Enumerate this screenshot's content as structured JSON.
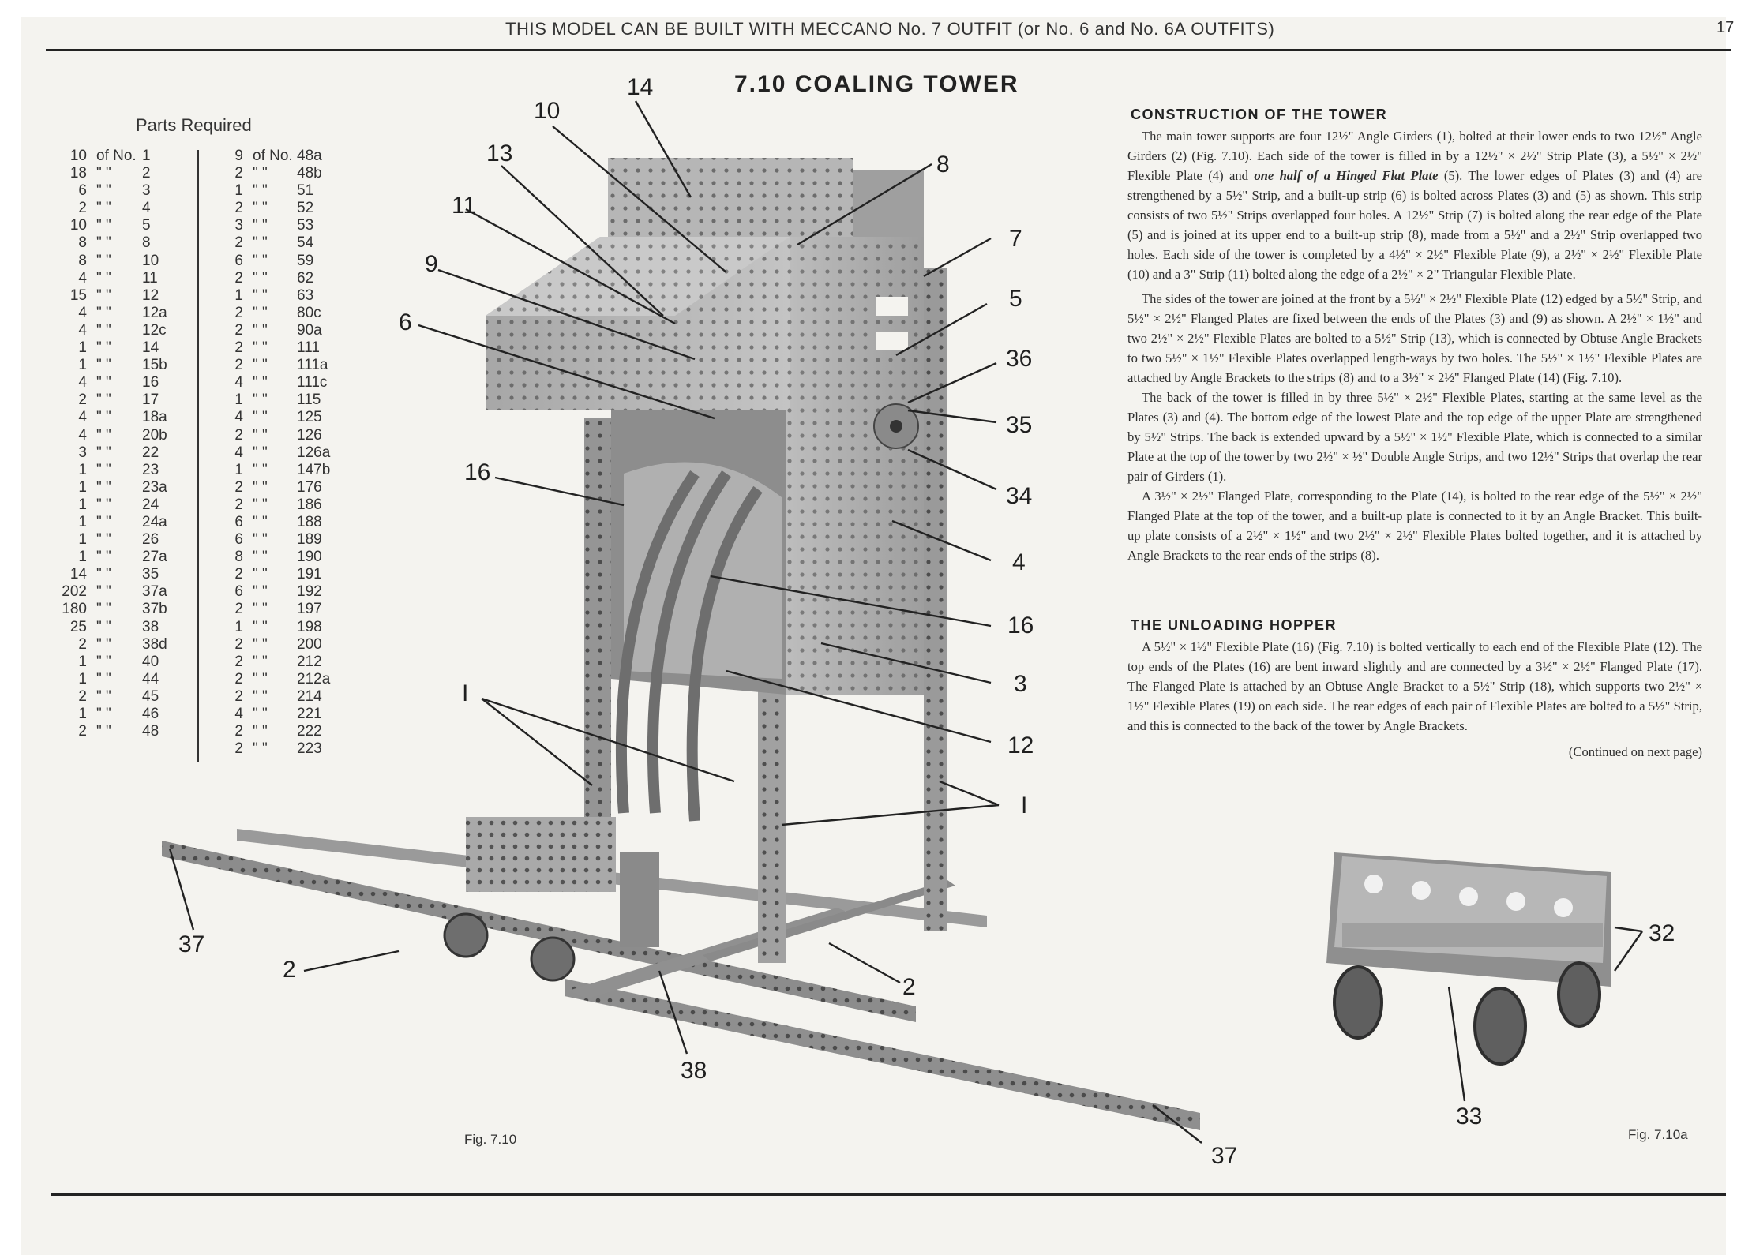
{
  "header": {
    "outfit_note": "THIS MODEL CAN BE BUILT WITH MECCANO No. 7 OUTFIT (or No. 6 and No. 6A OUTFITS)",
    "page_number": "17"
  },
  "model": {
    "title": "7.10  COALING TOWER"
  },
  "parts": {
    "heading": "Parts Required",
    "column1": [
      {
        "qty": "10",
        "of": "of No.",
        "no": "1"
      },
      {
        "qty": "18",
        "of": "\"     \"",
        "no": "2"
      },
      {
        "qty": "6",
        "of": "\"     \"",
        "no": "3"
      },
      {
        "qty": "2",
        "of": "\"     \"",
        "no": "4"
      },
      {
        "qty": "10",
        "of": "\"     \"",
        "no": "5"
      },
      {
        "qty": "8",
        "of": "\"     \"",
        "no": "8"
      },
      {
        "qty": "8",
        "of": "\"     \"",
        "no": "10"
      },
      {
        "qty": "4",
        "of": "\"     \"",
        "no": "11"
      },
      {
        "qty": "15",
        "of": "\"     \"",
        "no": "12"
      },
      {
        "qty": "4",
        "of": "\"     \"",
        "no": "12a"
      },
      {
        "qty": "4",
        "of": "\"     \"",
        "no": "12c"
      },
      {
        "qty": "1",
        "of": "\"     \"",
        "no": "14"
      },
      {
        "qty": "1",
        "of": "\"     \"",
        "no": "15b"
      },
      {
        "qty": "4",
        "of": "\"     \"",
        "no": "16"
      },
      {
        "qty": "2",
        "of": "\"     \"",
        "no": "17"
      },
      {
        "qty": "4",
        "of": "\"     \"",
        "no": "18a"
      },
      {
        "qty": "4",
        "of": "\"     \"",
        "no": "20b"
      },
      {
        "qty": "3",
        "of": "\"     \"",
        "no": "22"
      },
      {
        "qty": "1",
        "of": "\"     \"",
        "no": "23"
      },
      {
        "qty": "1",
        "of": "\"     \"",
        "no": "23a"
      },
      {
        "qty": "1",
        "of": "\"     \"",
        "no": "24"
      },
      {
        "qty": "1",
        "of": "\"     \"",
        "no": "24a"
      },
      {
        "qty": "1",
        "of": "\"     \"",
        "no": "26"
      },
      {
        "qty": "1",
        "of": "\"     \"",
        "no": "27a"
      },
      {
        "qty": "14",
        "of": "\"     \"",
        "no": "35"
      },
      {
        "qty": "202",
        "of": "\"     \"",
        "no": "37a"
      },
      {
        "qty": "180",
        "of": "\"     \"",
        "no": "37b"
      },
      {
        "qty": "25",
        "of": "\"     \"",
        "no": "38"
      },
      {
        "qty": "2",
        "of": "\"     \"",
        "no": "38d"
      },
      {
        "qty": "1",
        "of": "\"     \"",
        "no": "40"
      },
      {
        "qty": "1",
        "of": "\"     \"",
        "no": "44"
      },
      {
        "qty": "2",
        "of": "\"     \"",
        "no": "45"
      },
      {
        "qty": "1",
        "of": "\"     \"",
        "no": "46"
      },
      {
        "qty": "2",
        "of": "\"     \"",
        "no": "48"
      }
    ],
    "column2": [
      {
        "qty": "9",
        "of": "of No.",
        "no": "48a"
      },
      {
        "qty": "2",
        "of": "\"     \"",
        "no": "48b"
      },
      {
        "qty": "1",
        "of": "\"     \"",
        "no": "51"
      },
      {
        "qty": "2",
        "of": "\"     \"",
        "no": "52"
      },
      {
        "qty": "3",
        "of": "\"     \"",
        "no": "53"
      },
      {
        "qty": "2",
        "of": "\"     \"",
        "no": "54"
      },
      {
        "qty": "6",
        "of": "\"     \"",
        "no": "59"
      },
      {
        "qty": "2",
        "of": "\"     \"",
        "no": "62"
      },
      {
        "qty": "1",
        "of": "\"     \"",
        "no": "63"
      },
      {
        "qty": "2",
        "of": "\"     \"",
        "no": "80c"
      },
      {
        "qty": "2",
        "of": "\"     \"",
        "no": "90a"
      },
      {
        "qty": "2",
        "of": "\"     \"",
        "no": "111"
      },
      {
        "qty": "2",
        "of": "\"     \"",
        "no": "111a"
      },
      {
        "qty": "4",
        "of": "\"     \"",
        "no": "111c"
      },
      {
        "qty": "1",
        "of": "\"     \"",
        "no": "115"
      },
      {
        "qty": "4",
        "of": "\"     \"",
        "no": "125"
      },
      {
        "qty": "2",
        "of": "\"     \"",
        "no": "126"
      },
      {
        "qty": "4",
        "of": "\"     \"",
        "no": "126a"
      },
      {
        "qty": "1",
        "of": "\"     \"",
        "no": "147b"
      },
      {
        "qty": "2",
        "of": "\"     \"",
        "no": "176"
      },
      {
        "qty": "2",
        "of": "\"     \"",
        "no": "186"
      },
      {
        "qty": "6",
        "of": "\"     \"",
        "no": "188"
      },
      {
        "qty": "6",
        "of": "\"     \"",
        "no": "189"
      },
      {
        "qty": "8",
        "of": "\"     \"",
        "no": "190"
      },
      {
        "qty": "2",
        "of": "\"     \"",
        "no": "191"
      },
      {
        "qty": "6",
        "of": "\"     \"",
        "no": "192"
      },
      {
        "qty": "2",
        "of": "\"     \"",
        "no": "197"
      },
      {
        "qty": "1",
        "of": "\"     \"",
        "no": "198"
      },
      {
        "qty": "2",
        "of": "\"     \"",
        "no": "200"
      },
      {
        "qty": "2",
        "of": "\"     \"",
        "no": "212"
      },
      {
        "qty": "2",
        "of": "\"     \"",
        "no": "212a"
      },
      {
        "qty": "2",
        "of": "\"     \"",
        "no": "214"
      },
      {
        "qty": "4",
        "of": "\"     \"",
        "no": "221"
      },
      {
        "qty": "2",
        "of": "\"     \"",
        "no": "222"
      },
      {
        "qty": "2",
        "of": "\"     \"",
        "no": "223"
      }
    ]
  },
  "construction": {
    "heading": "CONSTRUCTION OF THE TOWER",
    "p1_a": "The main tower supports are four 12½\" Angle Girders (1), bolted at their lower ends to two 12½\" Angle Girders (2) (Fig. 7.10). Each side of the tower is filled in by a 12½\" × 2½\" Strip Plate (3), a 5½\" × 2½\" Flexible Plate (4) and ",
    "p1_em": "one half of a Hinged Flat Plate",
    "p1_b": " (5). The lower edges of Plates (3) and (4) are strengthened by a 5½\" Strip, and a built-up strip (6) is bolted across Plates (3) and (5) as shown. This strip consists of two 5½\" Strips overlapped four holes. A 12½\" Strip (7) is bolted along the rear edge of the Plate (5) and is joined at its upper end to a built-up strip (8), made from a 5½\" and a 2½\" Strip overlapped two holes. Each side of the tower is completed by a 4½\" × 2½\" Flexible Plate (9), a 2½\" × 2½\" Flexible Plate (10) and a 3\" Strip (11) bolted along the edge of a 2½\" × 2\" Triangular Flexible Plate.",
    "p2": "The sides of the tower are joined at the front by a 5½\" × 2½\" Flexible Plate (12) edged by a 5½\" Strip, and 5½\" × 2½\" Flanged Plates are fixed between the ends of the Plates (3) and (9) as shown. A 2½\" × 1½\" and two 2½\" × 2½\" Flexible Plates are bolted to a 5½\" Strip (13), which is connected by Obtuse Angle Brackets to two 5½\" × 1½\" Flexible Plates overlapped length-ways by two holes. The 5½\" × 1½\" Flexible Plates are attached by Angle Brackets to the strips (8) and to a 3½\" × 2½\" Flanged Plate (14) (Fig. 7.10).",
    "p3": "The back of the tower is filled in by three 5½\" × 2½\" Flexible Plates, starting at the same level as the Plates (3) and (4). The bottom edge of the lowest Plate and the top edge of the upper Plate are strengthened by 5½\" Strips. The back is extended upward by a 5½\" × 1½\" Flexible Plate, which is connected to a similar Plate at the top of the tower by two 2½\" × ½\" Double Angle Strips, and two 12½\" Strips that overlap the rear pair of Girders (1).",
    "p4": "A 3½\" × 2½\" Flanged Plate, corresponding to the Plate (14), is bolted to the rear edge of the 5½\" × 2½\" Flanged Plate at the top of the tower, and a built-up plate is connected to it by an Angle Bracket. This built-up plate consists of a 2½\" × 1½\" and two 2½\" × 2½\" Flexible Plates bolted together, and it is attached by Angle Brackets to the rear ends of the strips (8)."
  },
  "hopper": {
    "heading": "THE UNLOADING HOPPER",
    "p1": "A 5½\" × 1½\" Flexible Plate (16) (Fig. 7.10) is bolted vertically to each end of the Flexible Plate (12). The top ends of the Plates (16) are bent inward slightly and are connected by a 3½\" × 2½\" Flanged Plate (17). The Flanged Plate is attached by an Obtuse Angle Bracket to a 5½\" Strip (18), which supports two 2½\" × 1½\" Flexible Plates (19) on each side. The rear edges of each pair of Flexible Plates are bolted to a 5½\" Strip, and this is connected to the back of the tower by Angle Brackets.",
    "continued": "(Continued on next page)"
  },
  "figures": {
    "fig1_caption": "Fig. 7.10",
    "fig2_caption": "Fig. 7.10a",
    "callouts": {
      "c14": "14",
      "c10": "10",
      "c13": "13",
      "c11": "11",
      "c9": "9",
      "c6": "6",
      "c16a": "16",
      "c8": "8",
      "c7": "7",
      "c5": "5",
      "c36": "36",
      "c35": "35",
      "c34": "34",
      "c4": "4",
      "c16b": "16",
      "c3": "3",
      "c12": "12",
      "c1a": "I",
      "c1b": "I",
      "c37a": "37",
      "c2a": "2",
      "c2b": "2",
      "c38": "38",
      "c37b": "37",
      "c32": "32",
      "c33": "33"
    }
  }
}
